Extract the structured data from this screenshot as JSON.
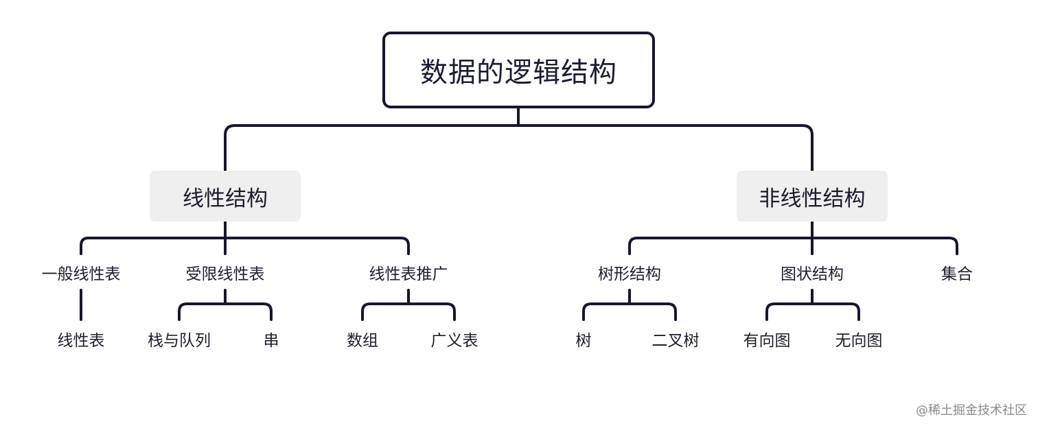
{
  "root": {
    "label": "数据的逻辑结构"
  },
  "linear": {
    "label": "线性结构",
    "children": [
      {
        "label": "一般线性表",
        "leaves": [
          "线性表"
        ]
      },
      {
        "label": "受限线性表",
        "leaves": [
          "栈与队列",
          "串"
        ]
      },
      {
        "label": "线性表推广",
        "leaves": [
          "数组",
          "广义表"
        ]
      }
    ]
  },
  "nonlinear": {
    "label": "非线性结构",
    "children": [
      {
        "label": "树形结构",
        "leaves": [
          "树",
          "二叉树"
        ]
      },
      {
        "label": "图状结构",
        "leaves": [
          "有向图",
          "无向图"
        ]
      },
      {
        "label": "集合",
        "leaves": []
      }
    ]
  },
  "watermark": "@稀土掘金技术社区",
  "colors": {
    "line": "#161630",
    "category_fill": "#efefef"
  }
}
